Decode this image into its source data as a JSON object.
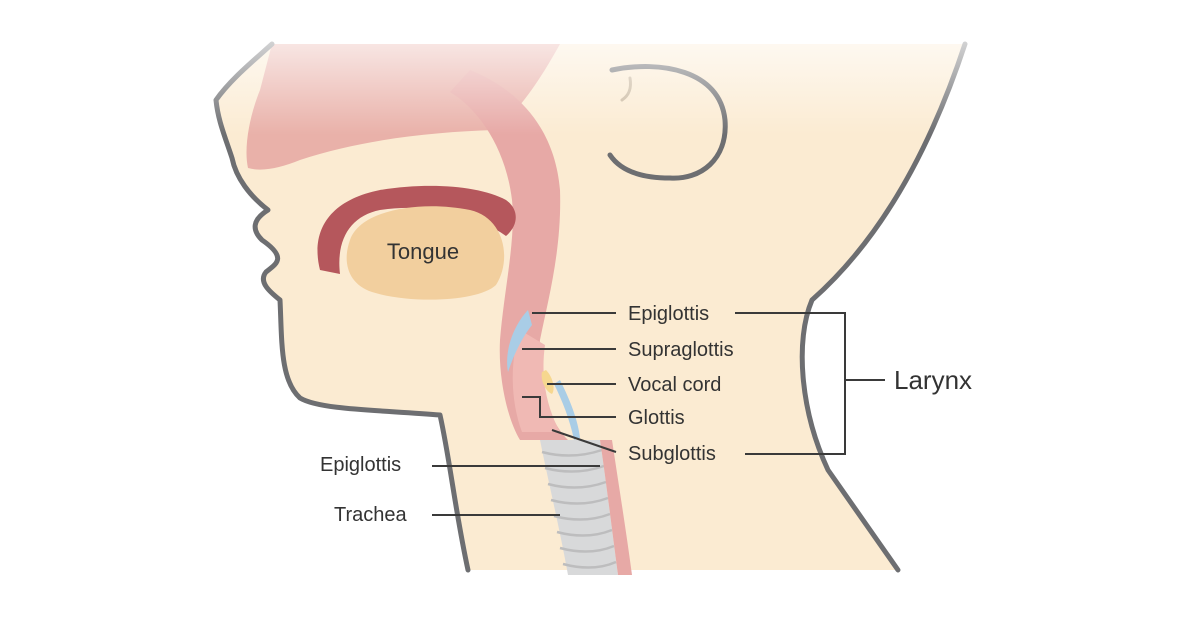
{
  "diagram": {
    "labels": {
      "tongue": "Tongue",
      "epiglottis_upper": "Epiglottis",
      "supraglottis": "Supraglottis",
      "vocal_cord": "Vocal cord",
      "glottis": "Glottis",
      "subglottis": "Subglottis",
      "larynx": "Larynx",
      "epiglottis_lower": "Epiglottis",
      "trachea": "Trachea"
    },
    "colors": {
      "skin": "#fbebd2",
      "outline": "#6d6e71",
      "airway": "#e7a9a6",
      "airway_dark": "#b5575c",
      "tongue": "#f2cf9e",
      "lining": "#f6c9c4",
      "trachea_ring": "#d8d9da",
      "cartilage_blue": "#a9cde6",
      "vocal_fold": "#f6d78f"
    }
  }
}
